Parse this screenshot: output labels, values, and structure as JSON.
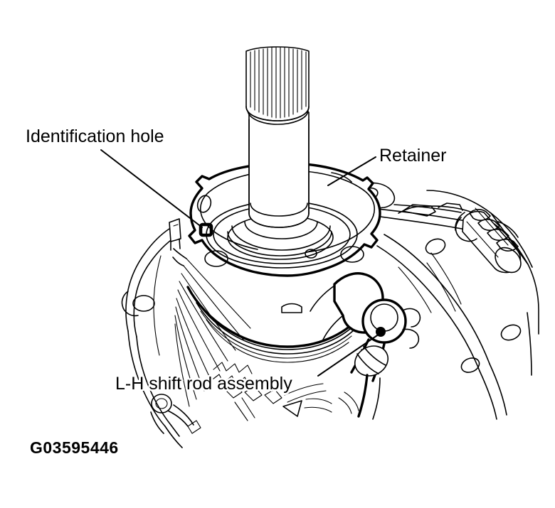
{
  "figure": {
    "id_code": "G03595446",
    "kind": "technical-line-drawing",
    "subject": "Manual transmission shift rod retainer assembly",
    "background_color": "#ffffff",
    "line_color": "#000000"
  },
  "callouts": [
    {
      "name": "identification-hole",
      "label": "Identification hole",
      "leader_from": [
        142,
        211
      ],
      "leader_to": [
        284,
        320
      ],
      "target": "small square hole in retainer flange"
    },
    {
      "name": "retainer",
      "label": "Retainer",
      "leader_from": [
        528,
        221
      ],
      "leader_to": [
        461,
        261
      ],
      "target": "outer edge of retainer plate"
    },
    {
      "name": "l-h-shift-rod-assembly",
      "label": "L-H shift rod assembly",
      "leader_from": [
        447,
        529
      ],
      "leader_to": [
        536,
        468
      ],
      "target": "shift rod ball pivot pin"
    }
  ],
  "parts": [
    {
      "name": "input-shaft",
      "detail": "splined upper end, plain lower body"
    },
    {
      "name": "retainer-plate",
      "detail": "circular flange with bolt holes and central hub rings"
    },
    {
      "name": "identification-hole-square",
      "detail": "small square hole on retainer face"
    },
    {
      "name": "shift-rod-ball-pivot",
      "detail": "ball joint with pin dot"
    },
    {
      "name": "transmission-case",
      "detail": "cast housing with ribbed surfaces"
    },
    {
      "name": "ribbed-boot-connector",
      "detail": "ribbed cylindrical fitting at right"
    },
    {
      "name": "ring-gear-teeth",
      "detail": "radiating gear teeth behind retainer"
    },
    {
      "name": "case-flange-bolt-hole",
      "detail": "bolt holes in case mating flange"
    }
  ]
}
